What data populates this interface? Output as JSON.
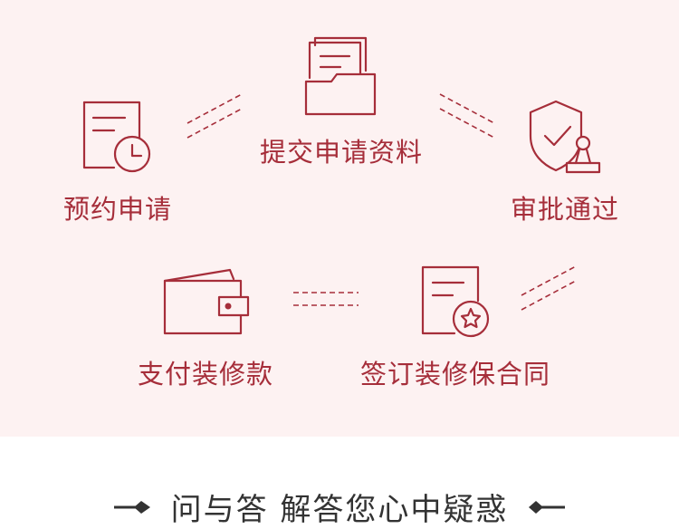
{
  "colors": {
    "accent": "#a62e3a",
    "panel_bg": "#fdf2f2",
    "title": "#333333"
  },
  "steps": [
    {
      "label": "预约申请",
      "icon": "document-clock-icon"
    },
    {
      "label": "提交申请资料",
      "icon": "folder-documents-icon"
    },
    {
      "label": "审批通过",
      "icon": "shield-check-user-icon"
    },
    {
      "label": "签订装修保合同",
      "icon": "certificate-star-icon"
    },
    {
      "label": "支付装修款",
      "icon": "wallet-icon"
    }
  ],
  "footer": {
    "title": "问与答 解答您心中疑惑"
  }
}
